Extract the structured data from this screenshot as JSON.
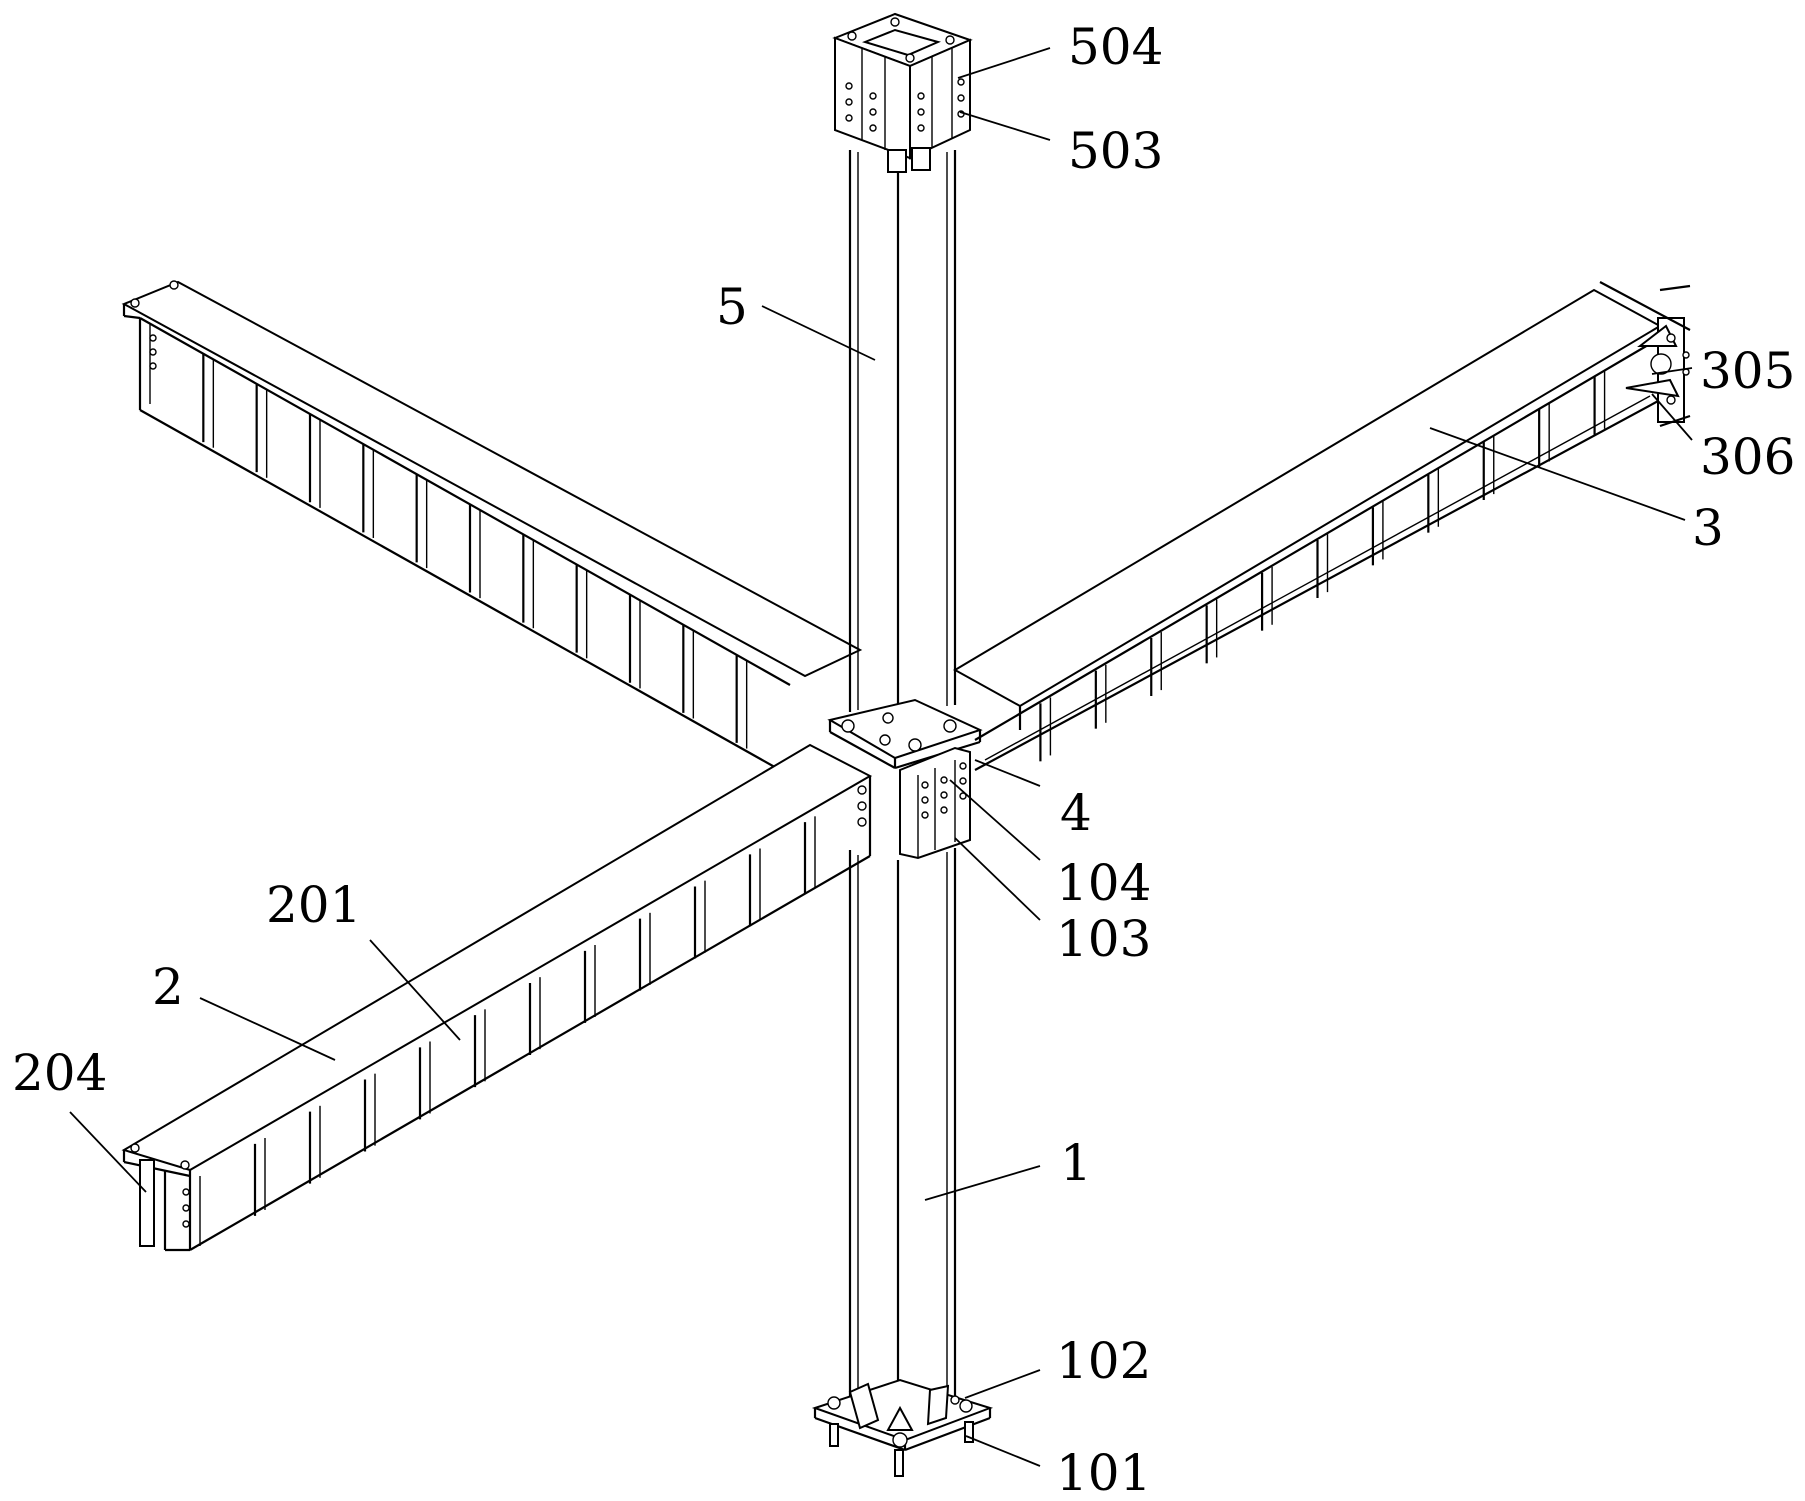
{
  "drawing": {
    "labels": [
      {
        "id": "504",
        "text": "504"
      },
      {
        "id": "503",
        "text": "503"
      },
      {
        "id": "5",
        "text": "5"
      },
      {
        "id": "305",
        "text": "305"
      },
      {
        "id": "306",
        "text": "306"
      },
      {
        "id": "3",
        "text": "3"
      },
      {
        "id": "4",
        "text": "4"
      },
      {
        "id": "104",
        "text": "104"
      },
      {
        "id": "103",
        "text": "103"
      },
      {
        "id": "201",
        "text": "201"
      },
      {
        "id": "2",
        "text": "2"
      },
      {
        "id": "204",
        "text": "204"
      },
      {
        "id": "1",
        "text": "1"
      },
      {
        "id": "102",
        "text": "102"
      },
      {
        "id": "101",
        "text": "101"
      }
    ]
  }
}
